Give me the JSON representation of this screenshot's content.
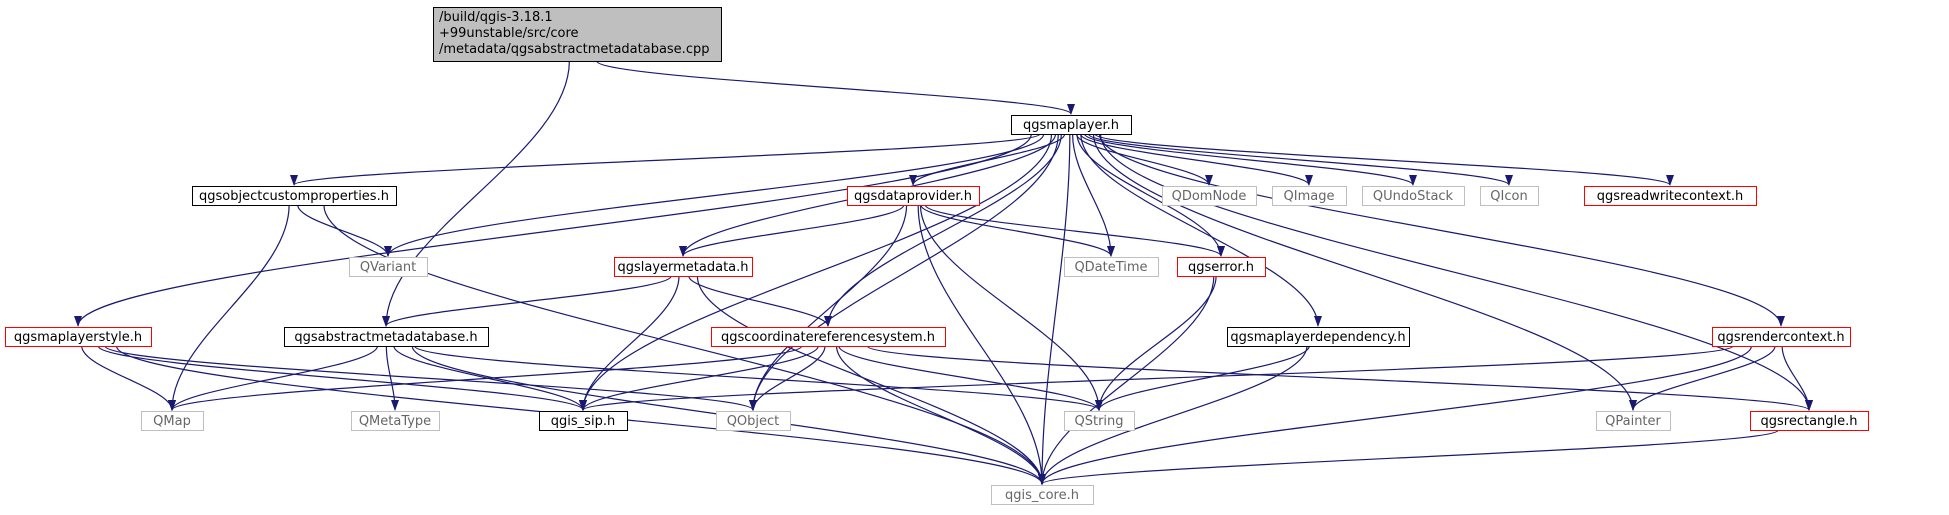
{
  "colors": {
    "edge": "#191970",
    "root_fill": "#bfbfbf",
    "border_black": "#000000",
    "border_red": "#ff0000",
    "border_gray": "#bfbfbf",
    "text_black": "#000000",
    "text_gray": "#666666"
  },
  "nodes": [
    {
      "id": "root",
      "lines": [
        "/build/qgis-3.18.1",
        "+99unstable/src/core",
        "/metadata/qgsabstractmetadatabase.cpp"
      ],
      "style": "root"
    },
    {
      "id": "qgsmaplayer",
      "lines": [
        "qgsmaplayer.h"
      ],
      "style": "black"
    },
    {
      "id": "qgsobjectcustomproperties",
      "lines": [
        "qgsobjectcustomproperties.h"
      ],
      "style": "black"
    },
    {
      "id": "qgsdataprovider",
      "lines": [
        "qgsdataprovider.h"
      ],
      "style": "red"
    },
    {
      "id": "qdomnode",
      "lines": [
        "QDomNode"
      ],
      "style": "gray"
    },
    {
      "id": "qimage",
      "lines": [
        "QImage"
      ],
      "style": "gray"
    },
    {
      "id": "qundostack",
      "lines": [
        "QUndoStack"
      ],
      "style": "gray"
    },
    {
      "id": "qicon",
      "lines": [
        "QIcon"
      ],
      "style": "gray"
    },
    {
      "id": "qgsreadwritecontext",
      "lines": [
        "qgsreadwritecontext.h"
      ],
      "style": "red"
    },
    {
      "id": "qvariant",
      "lines": [
        "QVariant"
      ],
      "style": "gray"
    },
    {
      "id": "qgslayermetadata",
      "lines": [
        "qgslayermetadata.h"
      ],
      "style": "red"
    },
    {
      "id": "qdatetime",
      "lines": [
        "QDateTime"
      ],
      "style": "gray"
    },
    {
      "id": "qgserror",
      "lines": [
        "qgserror.h"
      ],
      "style": "red"
    },
    {
      "id": "qgsmaplayerstyle",
      "lines": [
        "qgsmaplayerstyle.h"
      ],
      "style": "red"
    },
    {
      "id": "qgsabstractmetadatabase",
      "lines": [
        "qgsabstractmetadatabase.h"
      ],
      "style": "black"
    },
    {
      "id": "qgscoordinatereferencesystem",
      "lines": [
        "qgscoordinatereferencesystem.h"
      ],
      "style": "red"
    },
    {
      "id": "qgsmaplayerdependency",
      "lines": [
        "qgsmaplayerdependency.h"
      ],
      "style": "black"
    },
    {
      "id": "qgsrendercontext",
      "lines": [
        "qgsrendercontext.h"
      ],
      "style": "red"
    },
    {
      "id": "qmap",
      "lines": [
        "QMap"
      ],
      "style": "gray"
    },
    {
      "id": "qmetatype",
      "lines": [
        "QMetaType"
      ],
      "style": "gray"
    },
    {
      "id": "qgis_sip",
      "lines": [
        "qgis_sip.h"
      ],
      "style": "black"
    },
    {
      "id": "qobject",
      "lines": [
        "QObject"
      ],
      "style": "gray"
    },
    {
      "id": "qstring",
      "lines": [
        "QString"
      ],
      "style": "gray"
    },
    {
      "id": "qpainter",
      "lines": [
        "QPainter"
      ],
      "style": "gray"
    },
    {
      "id": "qgsrectangle",
      "lines": [
        "qgsrectangle.h"
      ],
      "style": "red"
    },
    {
      "id": "qgis_core",
      "lines": [
        "qgis_core.h"
      ],
      "style": "gray"
    }
  ],
  "edges": [
    [
      "root",
      "qgsmaplayer"
    ],
    [
      "root",
      "qgsabstractmetadatabase"
    ],
    [
      "qgsmaplayer",
      "qgsmaplayerstyle"
    ],
    [
      "qgsmaplayer",
      "qgsobjectcustomproperties"
    ],
    [
      "qgsmaplayer",
      "qvariant"
    ],
    [
      "qgsmaplayer",
      "qgis_sip"
    ],
    [
      "qgsmaplayer",
      "qobject"
    ],
    [
      "qgsmaplayer",
      "qgslayermetadata"
    ],
    [
      "qgsmaplayer",
      "qgscoordinatereferencesystem"
    ],
    [
      "qgsmaplayer",
      "qgsdataprovider"
    ],
    [
      "qgsmaplayer",
      "qdatetime"
    ],
    [
      "qgsmaplayer",
      "qgserror"
    ],
    [
      "qgsmaplayer",
      "qgsmaplayerdependency"
    ],
    [
      "qgsmaplayer",
      "qdomnode"
    ],
    [
      "qgsmaplayer",
      "qimage"
    ],
    [
      "qgsmaplayer",
      "qundostack"
    ],
    [
      "qgsmaplayer",
      "qicon"
    ],
    [
      "qgsmaplayer",
      "qgsreadwritecontext"
    ],
    [
      "qgsmaplayer",
      "qpainter"
    ],
    [
      "qgsmaplayer",
      "qgsrendercontext"
    ],
    [
      "qgsmaplayer",
      "qgsrectangle"
    ],
    [
      "qgsmaplayer",
      "qgis_core"
    ],
    [
      "qgsobjectcustomproperties",
      "qvariant"
    ],
    [
      "qgsobjectcustomproperties",
      "qmap"
    ],
    [
      "qgsobjectcustomproperties",
      "qgis_core"
    ],
    [
      "qgsdataprovider",
      "qgslayermetadata"
    ],
    [
      "qgsdataprovider",
      "qdatetime"
    ],
    [
      "qgsdataprovider",
      "qgserror"
    ],
    [
      "qgsdataprovider",
      "qobject"
    ],
    [
      "qgsdataprovider",
      "qstring"
    ],
    [
      "qgsdataprovider",
      "qgis_core"
    ],
    [
      "qgslayermetadata",
      "qgsabstractmetadatabase"
    ],
    [
      "qgslayermetadata",
      "qgscoordinatereferencesystem"
    ],
    [
      "qgslayermetadata",
      "qgis_sip"
    ],
    [
      "qgslayermetadata",
      "qgis_core"
    ],
    [
      "qgserror",
      "qstring"
    ],
    [
      "qgserror",
      "qgis_core"
    ],
    [
      "qgsmaplayerstyle",
      "qmap"
    ],
    [
      "qgsmaplayerstyle",
      "qgis_sip"
    ],
    [
      "qgsmaplayerstyle",
      "qobject"
    ],
    [
      "qgsmaplayerstyle",
      "qgis_core"
    ],
    [
      "qgsabstractmetadatabase",
      "qmap"
    ],
    [
      "qgsabstractmetadatabase",
      "qmetatype"
    ],
    [
      "qgsabstractmetadatabase",
      "qgis_sip"
    ],
    [
      "qgsabstractmetadatabase",
      "qstring"
    ],
    [
      "qgsabstractmetadatabase",
      "qgis_core"
    ],
    [
      "qgscoordinatereferencesystem",
      "qmap"
    ],
    [
      "qgscoordinatereferencesystem",
      "qgis_sip"
    ],
    [
      "qgscoordinatereferencesystem",
      "qobject"
    ],
    [
      "qgscoordinatereferencesystem",
      "qstring"
    ],
    [
      "qgscoordinatereferencesystem",
      "qgsrectangle"
    ],
    [
      "qgscoordinatereferencesystem",
      "qgis_core"
    ],
    [
      "qgsmaplayerdependency",
      "qstring"
    ],
    [
      "qgsmaplayerdependency",
      "qgis_core"
    ],
    [
      "qgsrendercontext",
      "qgis_sip"
    ],
    [
      "qgsrendercontext",
      "qpainter"
    ],
    [
      "qgsrendercontext",
      "qgsrectangle"
    ],
    [
      "qgsrendercontext",
      "qgis_core"
    ],
    [
      "qgsrectangle",
      "qgis_core"
    ]
  ]
}
